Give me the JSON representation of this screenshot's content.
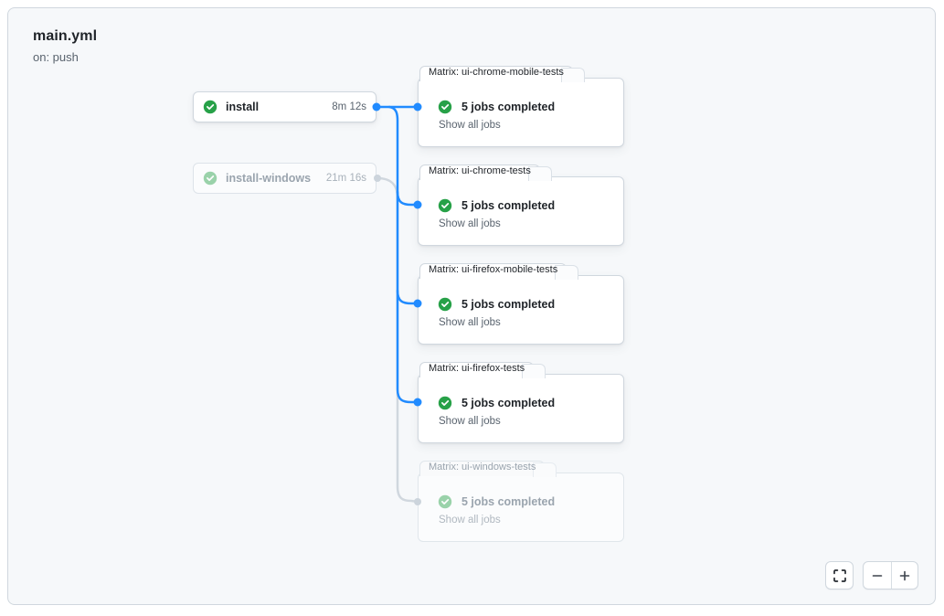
{
  "header": {
    "title": "main.yml",
    "trigger": "on: push"
  },
  "jobs": {
    "install": {
      "label": "install",
      "duration": "8m 12s",
      "status": "success"
    },
    "install_windows": {
      "label": "install-windows",
      "duration": "21m 16s",
      "status": "success"
    }
  },
  "matrices": [
    {
      "tab": "Matrix: ui-chrome-mobile-tests",
      "summary": "5 jobs completed",
      "link": "Show all jobs",
      "status": "success"
    },
    {
      "tab": "Matrix: ui-chrome-tests",
      "summary": "5 jobs completed",
      "link": "Show all jobs",
      "status": "success"
    },
    {
      "tab": "Matrix: ui-firefox-mobile-tests",
      "summary": "5 jobs completed",
      "link": "Show all jobs",
      "status": "success"
    },
    {
      "tab": "Matrix: ui-firefox-tests",
      "summary": "5 jobs completed",
      "link": "Show all jobs",
      "status": "success"
    },
    {
      "tab": "Matrix: ui-windows-tests",
      "summary": "5 jobs completed",
      "link": "Show all jobs",
      "status": "success"
    }
  ],
  "icons": {
    "status": "check-circle-icon",
    "fit": "screen-full-icon",
    "zoom_out": "minus-icon",
    "zoom_in": "plus-icon"
  },
  "colors": {
    "accent_blue": "#218bff",
    "success_green": "#27a148",
    "faded_green": "#9bd4aa",
    "connector_gray": "#d0d7de",
    "panel_bg": "#f6f8fa",
    "text_primary": "#1f2328",
    "text_muted": "#59636e"
  }
}
